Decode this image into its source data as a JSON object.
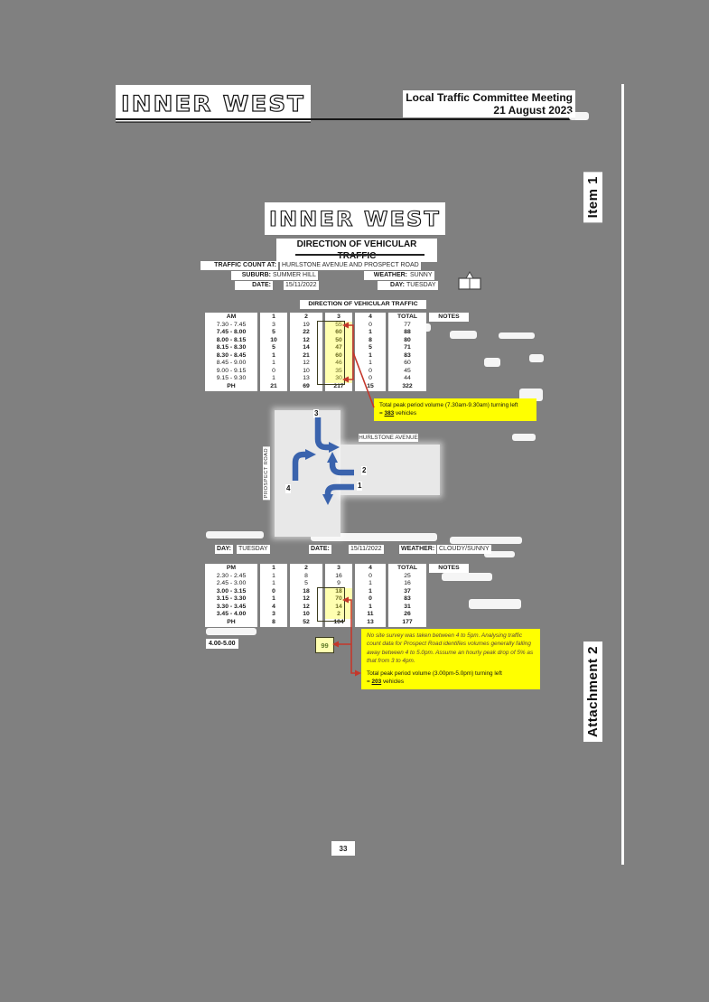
{
  "page": {
    "number": "33"
  },
  "header": {
    "org": "INNER WEST",
    "meeting_title": "Local Traffic Committee Meeting",
    "meeting_date": "21 August 2023"
  },
  "side_labels": {
    "item": "Item 1",
    "attachment": "Attachment 2"
  },
  "doc": {
    "logo": "INNER WEST",
    "title": "DIRECTION OF VEHICULAR TRAFFIC",
    "info": {
      "count_at_label": "TRAFFIC COUNT AT:",
      "count_at": "HURLSTONE AVENUE AND PROSPECT ROAD",
      "suburb_label": "SUBURB:",
      "suburb": "SUMMER HILL",
      "weather_label": "WEATHER:",
      "weather": "SUNNY",
      "date_label": "DATE:",
      "date": "15/11/2022",
      "day_label": "DAY:",
      "day": "TUESDAY"
    },
    "table_title": "DIRECTION OF VEHICULAR TRAFFIC",
    "am_table": {
      "headers": [
        "AM",
        "1",
        "2",
        "3",
        "4",
        "TOTAL",
        "NOTES"
      ],
      "rows": [
        {
          "t": "7.30 - 7.45",
          "v": [
            "3",
            "19",
            "55",
            "0",
            "77",
            ""
          ],
          "bold": false
        },
        {
          "t": "7.45 - 8.00",
          "v": [
            "5",
            "22",
            "60",
            "1",
            "88",
            ""
          ],
          "bold": true
        },
        {
          "t": "8.00 - 8.15",
          "v": [
            "10",
            "12",
            "50",
            "8",
            "80",
            ""
          ],
          "bold": true
        },
        {
          "t": "8.15 - 8.30",
          "v": [
            "5",
            "14",
            "47",
            "5",
            "71",
            ""
          ],
          "bold": true
        },
        {
          "t": "8.30 - 8.45",
          "v": [
            "1",
            "21",
            "60",
            "1",
            "83",
            ""
          ],
          "bold": true
        },
        {
          "t": "8.45 - 9.00",
          "v": [
            "1",
            "12",
            "46",
            "1",
            "60",
            ""
          ],
          "bold": false
        },
        {
          "t": "9.00 - 9.15",
          "v": [
            "0",
            "10",
            "35",
            "0",
            "45",
            ""
          ],
          "bold": false
        },
        {
          "t": "9.15 - 9.30",
          "v": [
            "1",
            "13",
            "30",
            "0",
            "44",
            ""
          ],
          "bold": false
        },
        {
          "t": "PH",
          "v": [
            "21",
            "69",
            "217",
            "15",
            "322",
            ""
          ],
          "bold": true
        }
      ],
      "highlight": {
        "col": 3,
        "row_start": 0,
        "row_end": 7
      }
    },
    "am_callout": {
      "line1": "Total peak period volume (7.30am-9.30am) turning left",
      "eq": "=",
      "value": "383",
      "suffix": "vehicles"
    },
    "pm_info": {
      "day_label": "DAY:",
      "day": "TUESDAY",
      "date_label": "DATE:",
      "date": "15/11/2022",
      "weather_label": "WEATHER:",
      "weather": "CLOUDY/SUNNY"
    },
    "pm_table": {
      "headers": [
        "PM",
        "1",
        "2",
        "3",
        "4",
        "TOTAL",
        "NOTES"
      ],
      "rows": [
        {
          "t": "2.30 - 2.45",
          "v": [
            "1",
            "8",
            "16",
            "0",
            "25",
            ""
          ],
          "bold": false
        },
        {
          "t": "2.45 - 3.00",
          "v": [
            "1",
            "5",
            "9",
            "1",
            "16",
            ""
          ],
          "bold": false
        },
        {
          "t": "3.00 - 3.15",
          "v": [
            "0",
            "18",
            "18",
            "1",
            "37",
            ""
          ],
          "bold": true
        },
        {
          "t": "3.15 - 3.30",
          "v": [
            "1",
            "12",
            "70",
            "0",
            "83",
            ""
          ],
          "bold": true
        },
        {
          "t": "3.30 - 3.45",
          "v": [
            "4",
            "12",
            "14",
            "1",
            "31",
            ""
          ],
          "bold": true
        },
        {
          "t": "3.45 - 4.00",
          "v": [
            "3",
            "10",
            "2",
            "11",
            "26",
            ""
          ],
          "bold": true
        },
        {
          "t": "PH",
          "v": [
            "8",
            "52",
            "104",
            "13",
            "177",
            ""
          ],
          "bold": true
        }
      ],
      "highlight": {
        "col": 3,
        "row_start": 2,
        "row_end": 5
      }
    },
    "pm_extra": {
      "label": "4.00-5.00",
      "value": "99"
    },
    "pm_callout": {
      "note": "No site survey was taken between 4 to 5pm. Analysing traffic count data for Prospect Road identifies volumes generally falling away between 4 to 5.0pm. Assume an hourly peak drop of 5% as that from 3 to 4pm.",
      "line1": "Total peak period volume (3.00pm-5.0pm) turning left",
      "eq": "=",
      "value": "203",
      "suffix": "vehicles"
    },
    "diagram": {
      "v_road": "PROSPECT ROAD",
      "h_road": "HURLSTONE AVENUE",
      "movement_1": "1",
      "movement_2": "2",
      "movement_3": "3",
      "movement_4": "4"
    }
  },
  "colors": {
    "page_bg": "#808080",
    "highlight_yellow": "#ffff00",
    "cell_yellow": "#ffffb0",
    "arrow_blue": "#3a63ad",
    "marker_red": "#c4372b"
  }
}
